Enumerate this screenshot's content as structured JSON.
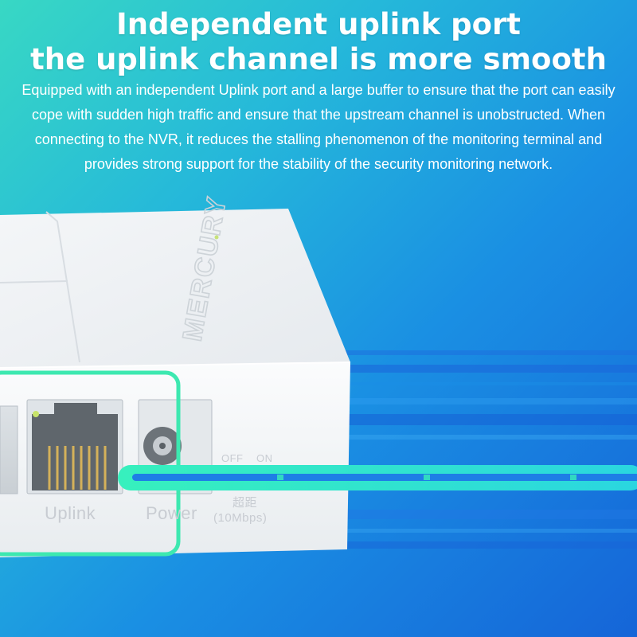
{
  "headline": {
    "line1": "Independent uplink port",
    "line2": "the uplink channel is more smooth"
  },
  "description": "Equipped with an independent Uplink port and a large buffer to ensure that the port can easily cope with sudden high traffic and ensure that the upstream channel is unobstructed. When connecting to the NVR, it reduces the stalling phenomenon of the monitoring terminal and provides strong support for the stability of the security monitoring network.",
  "device": {
    "brand": "MERCURY",
    "port_labels": {
      "uplink": "Uplink",
      "power": "Power"
    },
    "switch_labels": {
      "off": "OFF",
      "on": "ON",
      "extend": "超距",
      "speed": "(10Mbps)"
    }
  },
  "colors": {
    "highlight": "#3de8b0",
    "accent_line": "#2bf0b8",
    "background_start": "#38d8c4",
    "background_end": "#1565d8"
  }
}
